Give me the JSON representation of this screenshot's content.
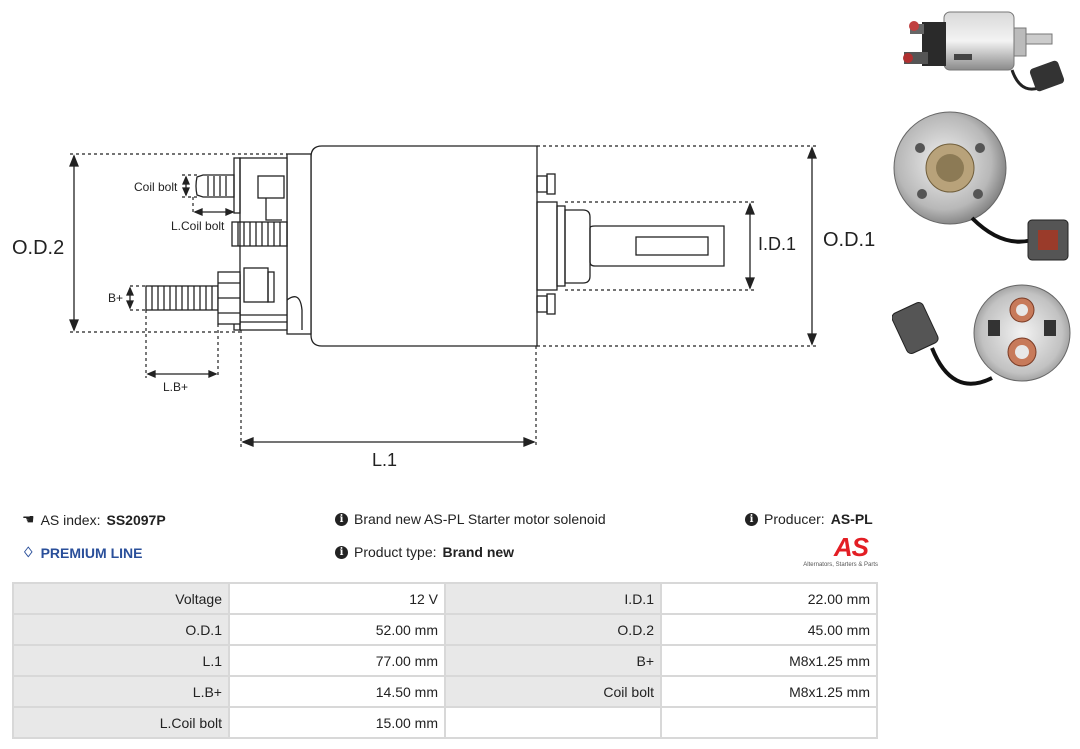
{
  "diagram": {
    "labels": {
      "od2": "O.D.2",
      "od1": "O.D.1",
      "id1": "I.D.1",
      "l1": "L.1",
      "coil_bolt": "Coil bolt",
      "l_coil_bolt": "L.Coil bolt",
      "b_plus": "B+",
      "l_b_plus": "L.B+"
    }
  },
  "photos": [
    {
      "name": "solenoid-side-view"
    },
    {
      "name": "solenoid-rear-view"
    },
    {
      "name": "solenoid-terminal-view"
    }
  ],
  "info": {
    "as_index_label": "AS index:",
    "as_index_value": "SS2097P",
    "premium_line": "PREMIUM LINE",
    "description": "Brand new AS-PL Starter motor solenoid",
    "product_type_label": "Product type:",
    "product_type_value": "Brand new",
    "producer_label": "Producer:",
    "producer_value": "AS-PL",
    "logo_text": "AS",
    "logo_tagline": "Alternators, Starters & Parts"
  },
  "specs": [
    {
      "k1": "Voltage",
      "v1": "12 V",
      "k2": "I.D.1",
      "v2": "22.00 mm"
    },
    {
      "k1": "O.D.1",
      "v1": "52.00 mm",
      "k2": "O.D.2",
      "v2": "45.00 mm"
    },
    {
      "k1": "L.1",
      "v1": "77.00 mm",
      "k2": "B+",
      "v2": "M8x1.25 mm"
    },
    {
      "k1": "L.B+",
      "v1": "14.50 mm",
      "k2": "Coil bolt",
      "v2": "M8x1.25 mm"
    },
    {
      "k1": "L.Coil bolt",
      "v1": "15.00 mm",
      "k2": "",
      "v2": ""
    }
  ],
  "colors": {
    "premium": "#2a4f9a",
    "logo_red": "#e31e24",
    "table_key_bg": "#e8e8e8",
    "table_border": "#d8d8d8"
  }
}
